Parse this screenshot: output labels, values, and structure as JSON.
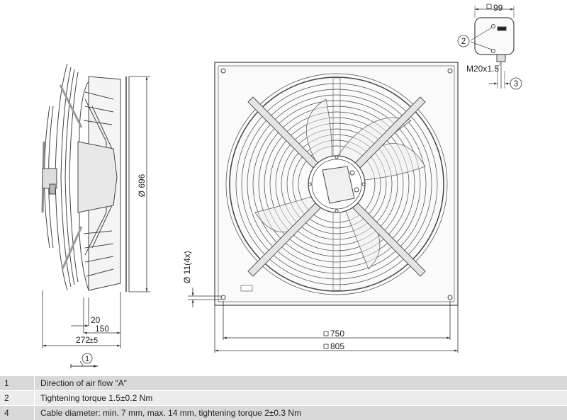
{
  "dimensions": {
    "bracket_width": "99",
    "diameter": "Ø 696",
    "hole_diameter": "Ø 11(4x)",
    "dim_20": "20",
    "dim_150": "150",
    "dim_272": "272",
    "dim_272_tol": "±5",
    "width_750": "750",
    "width_805": "805",
    "cable_gland": "M20x1.5"
  },
  "callouts": {
    "c1": "1",
    "c2": "2",
    "c3": "3"
  },
  "legend": [
    {
      "num": "1",
      "text": "Direction of air flow \"A\""
    },
    {
      "num": "2",
      "text": "Tightening torque 1.5±0.2 Nm"
    },
    {
      "num": "4",
      "text": "Cable diameter: min. 7 mm, max. 14 mm, tightening torque 2±0.3 Nm"
    }
  ]
}
